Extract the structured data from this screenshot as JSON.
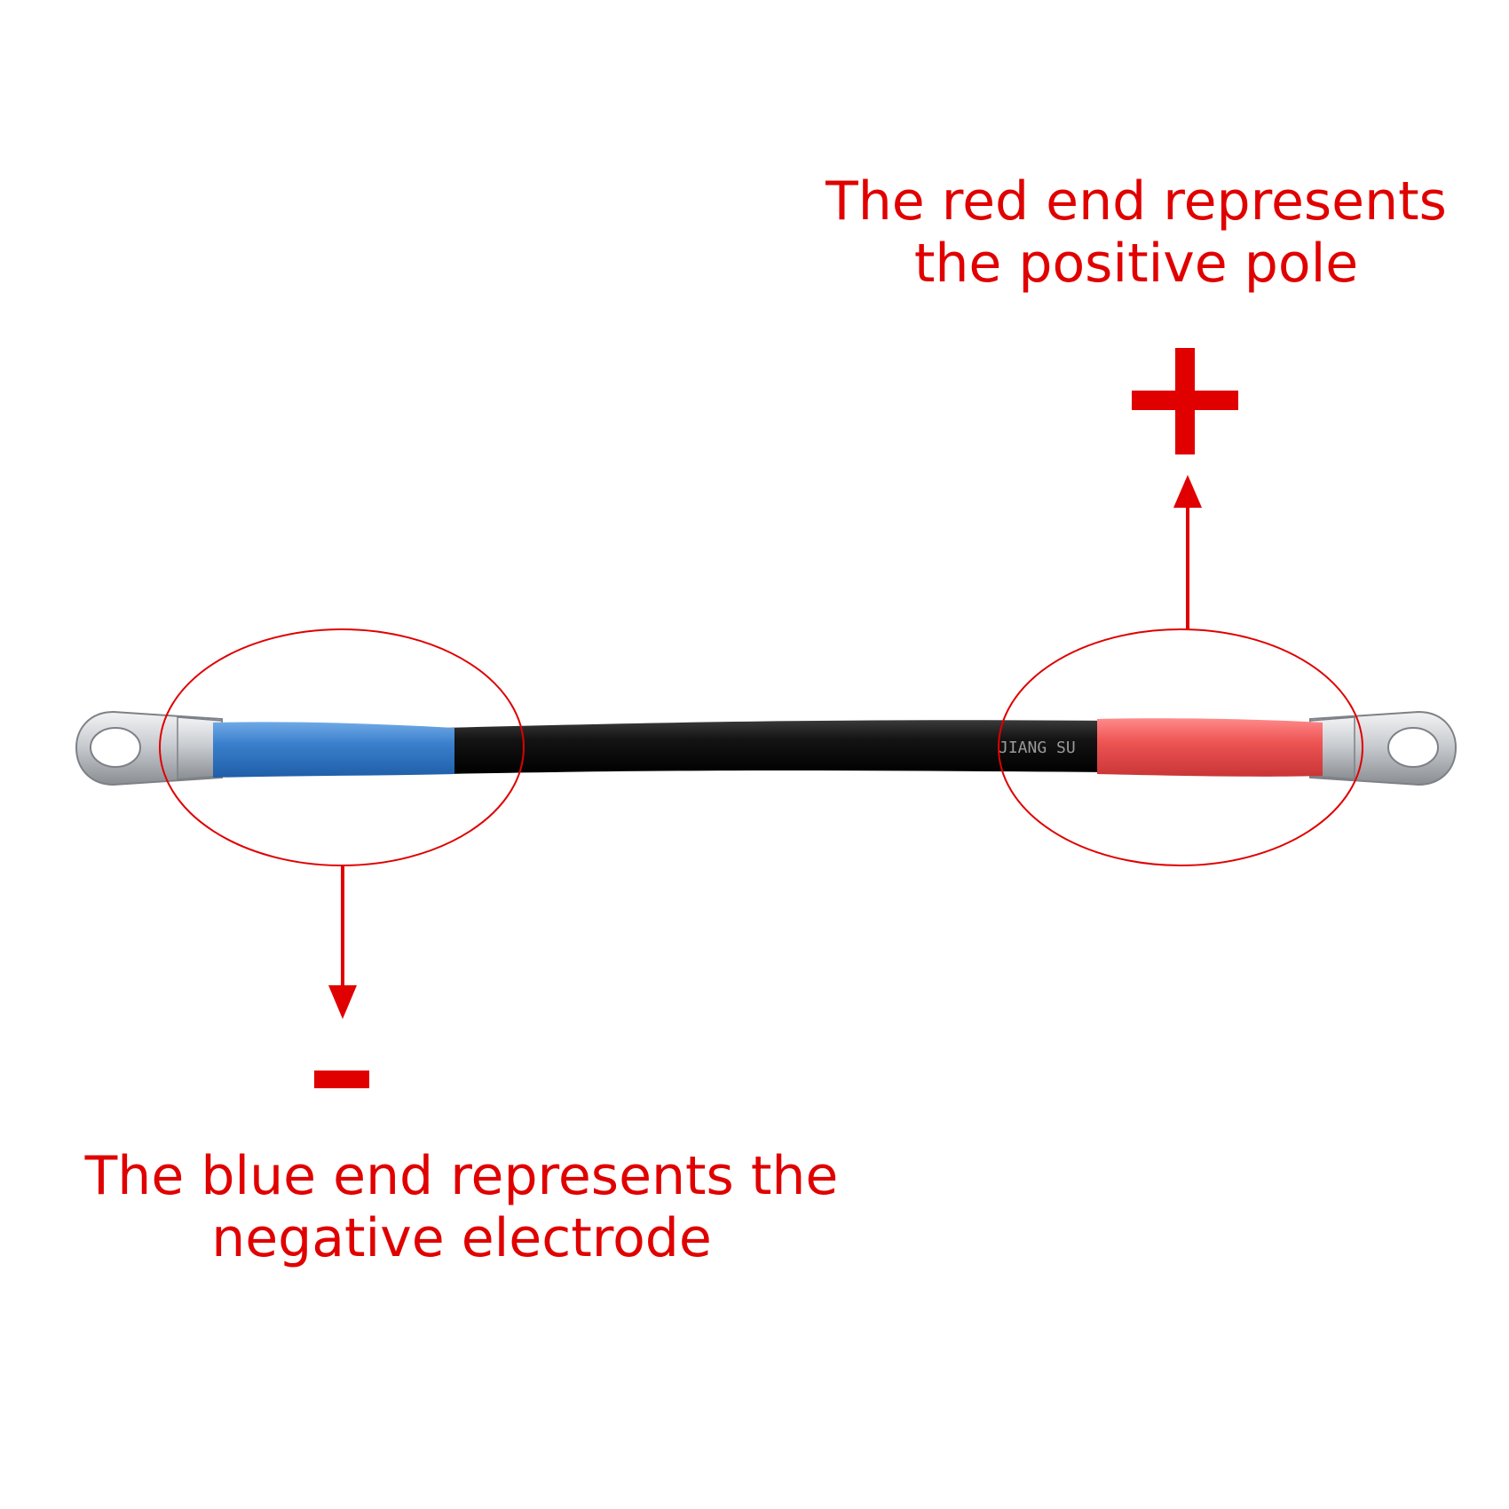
{
  "positive": {
    "caption_line1": "The red end represents",
    "caption_line2": "the positive pole",
    "symbol": "+"
  },
  "negative": {
    "caption_line1": "The blue end represents the",
    "caption_line2": "negative electrode",
    "symbol": "-"
  },
  "cable": {
    "print_text": "JIANG SU"
  },
  "colors": {
    "annotation": "#e00000",
    "positive_sleeve": "#ee5555",
    "negative_sleeve": "#3a7fcc",
    "cable": "#111111",
    "terminal": "#c9ccd0"
  },
  "icons": {
    "plus": "plus-icon",
    "minus": "minus-icon",
    "arrow_up": "arrow-up-icon",
    "arrow_down": "arrow-down-icon"
  }
}
